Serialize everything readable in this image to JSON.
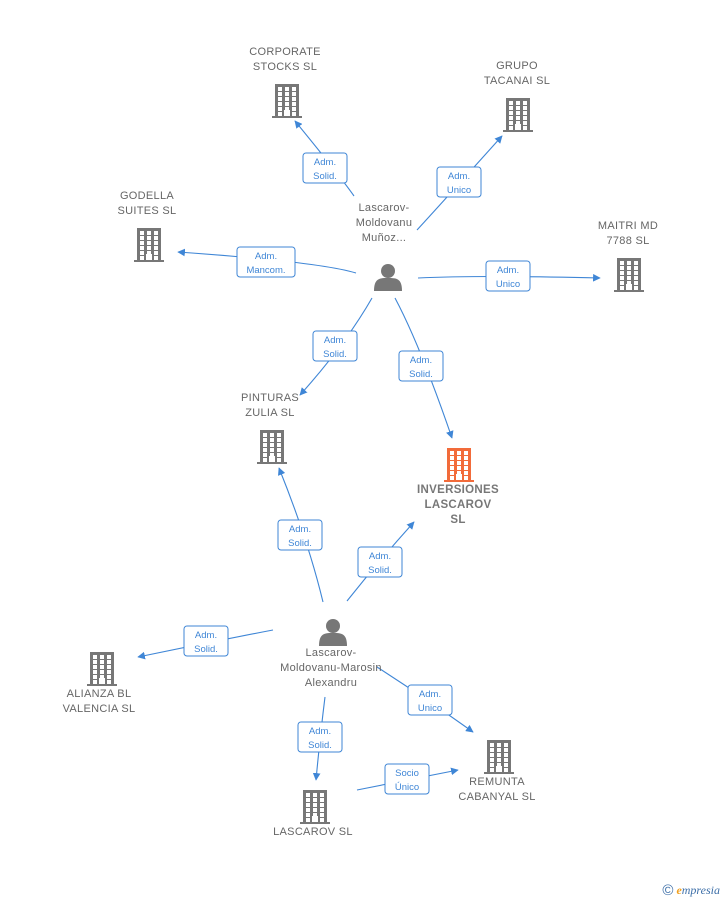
{
  "colors": {
    "edge": "#3f86d6",
    "company": "#777777",
    "main_company": "#f26b3a",
    "person": "#777777",
    "label": "#666666"
  },
  "nodes": [
    {
      "id": "corporate",
      "type": "company",
      "lines": [
        "CORPORATE",
        "STOCKS  SL"
      ]
    },
    {
      "id": "tacanai",
      "type": "company",
      "lines": [
        "GRUPO",
        "TACANAI  SL"
      ]
    },
    {
      "id": "godella",
      "type": "company",
      "lines": [
        "GODELLA",
        "SUITES  SL"
      ]
    },
    {
      "id": "maitri",
      "type": "company",
      "lines": [
        "MAITRI MD",
        "7788  SL"
      ]
    },
    {
      "id": "person1",
      "type": "person",
      "lines": [
        "Lascarov-",
        "Moldovanu",
        "Muñoz..."
      ]
    },
    {
      "id": "pinturas",
      "type": "company",
      "lines": [
        "PINTURAS",
        "ZULIA  SL"
      ]
    },
    {
      "id": "inversiones",
      "type": "main",
      "lines": [
        "INVERSIONES",
        "LASCAROV",
        "SL"
      ]
    },
    {
      "id": "person2",
      "type": "person",
      "lines": [
        "Lascarov-",
        "Moldovanu-Marosin",
        "Alexandru"
      ]
    },
    {
      "id": "alianza",
      "type": "company",
      "lines": [
        "ALIANZA BL",
        "VALENCIA  SL"
      ]
    },
    {
      "id": "remunta",
      "type": "company",
      "lines": [
        "REMUNTA",
        "CABANYAL  SL"
      ]
    },
    {
      "id": "lascarov",
      "type": "company",
      "lines": [
        "LASCAROV  SL"
      ]
    }
  ],
  "edges": [
    {
      "from": "person1",
      "to": "corporate",
      "label": [
        "Adm.",
        "Solid."
      ]
    },
    {
      "from": "person1",
      "to": "tacanai",
      "label": [
        "Adm.",
        "Unico"
      ]
    },
    {
      "from": "person1",
      "to": "godella",
      "label": [
        "Adm.",
        "Mancom."
      ]
    },
    {
      "from": "person1",
      "to": "maitri",
      "label": [
        "Adm.",
        "Unico"
      ]
    },
    {
      "from": "person1",
      "to": "pinturas",
      "label": [
        "Adm.",
        "Solid."
      ]
    },
    {
      "from": "person1",
      "to": "inversiones",
      "label": [
        "Adm.",
        "Solid."
      ]
    },
    {
      "from": "person2",
      "to": "pinturas",
      "label": [
        "Adm.",
        "Solid."
      ]
    },
    {
      "from": "person2",
      "to": "inversiones",
      "label": [
        "Adm.",
        "Solid."
      ]
    },
    {
      "from": "person2",
      "to": "alianza",
      "label": [
        "Adm.",
        "Solid."
      ]
    },
    {
      "from": "person2",
      "to": "remunta",
      "label": [
        "Adm.",
        "Unico"
      ]
    },
    {
      "from": "person2",
      "to": "lascarov",
      "label": [
        "Adm.",
        "Solid."
      ]
    },
    {
      "from": "person2",
      "to": "remunta",
      "label": [
        "Socio",
        "Único"
      ]
    }
  ],
  "footer": {
    "copyright_symbol": "©",
    "brand_first": "e",
    "brand_rest": "mpresia"
  }
}
